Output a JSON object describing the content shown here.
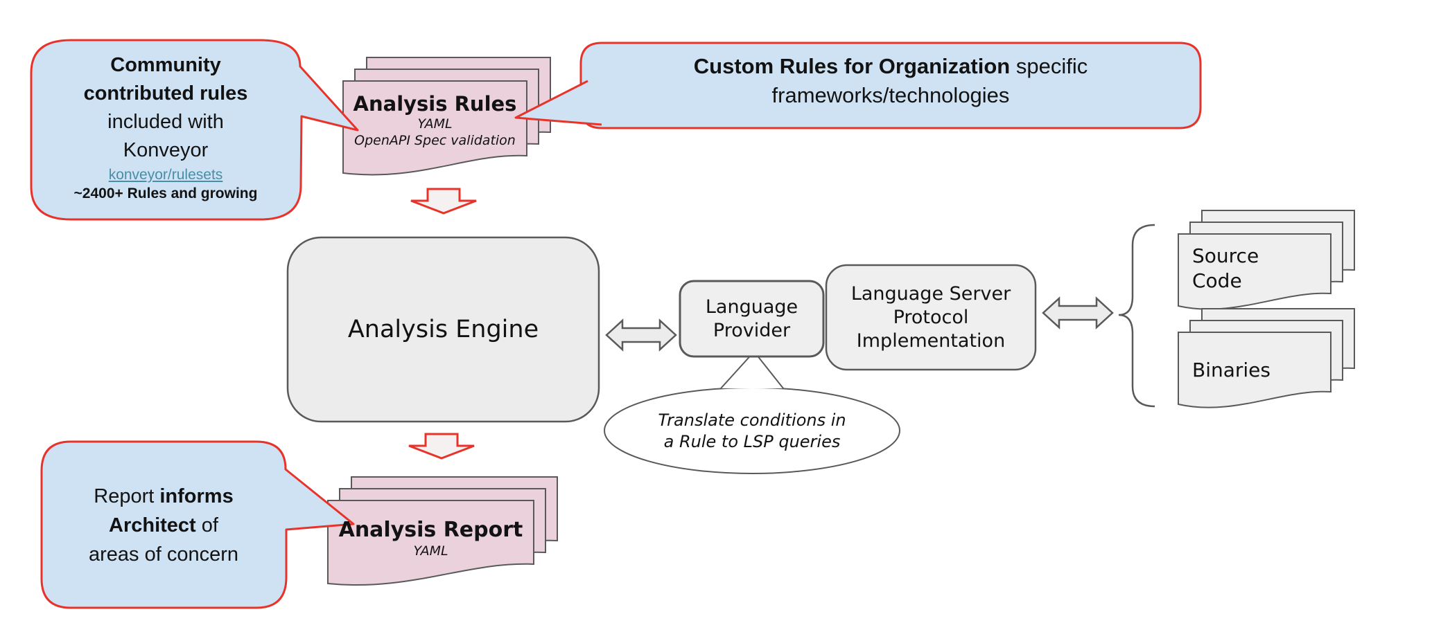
{
  "diagram": {
    "title_hint": "Konveyor analysis engine architecture diagram",
    "callout_community": {
      "bold_line1": "Community",
      "bold_line2": "contributed rules",
      "line3": "included with",
      "line4": "Konveyor",
      "link": "konveyor/rulesets",
      "note": "~2400+ Rules and growing"
    },
    "callout_custom": {
      "bold": "Custom Rules for Organization",
      "regular": " specific",
      "line2": "frameworks/technologies"
    },
    "callout_report": {
      "l1_regular": "Report",
      "l1_bold": " informs",
      "l2_bold": "Architect",
      "l2_regular": " of",
      "l3": "areas of concern"
    },
    "analysis_rules": {
      "title": "Analysis Rules",
      "sub1": "YAML",
      "sub2": "OpenAPI Spec validation"
    },
    "analysis_report": {
      "title": "Analysis Report",
      "sub1": "YAML"
    },
    "engine": {
      "label": "Analysis Engine"
    },
    "language_provider": {
      "line1": "Language",
      "line2": "Provider"
    },
    "lsp": {
      "line1": "Language Server",
      "line2": "Protocol",
      "line3": "Implementation"
    },
    "ellipse_note": {
      "line1": "Translate conditions in",
      "line2": "a Rule to LSP queries"
    },
    "source_code": {
      "line1": "Source",
      "line2": "Code"
    },
    "binaries": {
      "label": "Binaries"
    },
    "colors": {
      "callout_fill": "#cfe2f3",
      "callout_border": "#e8332a",
      "doc_pink": "#ead1dc",
      "shape_gray": "#ececec",
      "stroke_gray": "#595959",
      "link": "#4a8da6",
      "arrow_fill": "#f4f1f0"
    }
  }
}
